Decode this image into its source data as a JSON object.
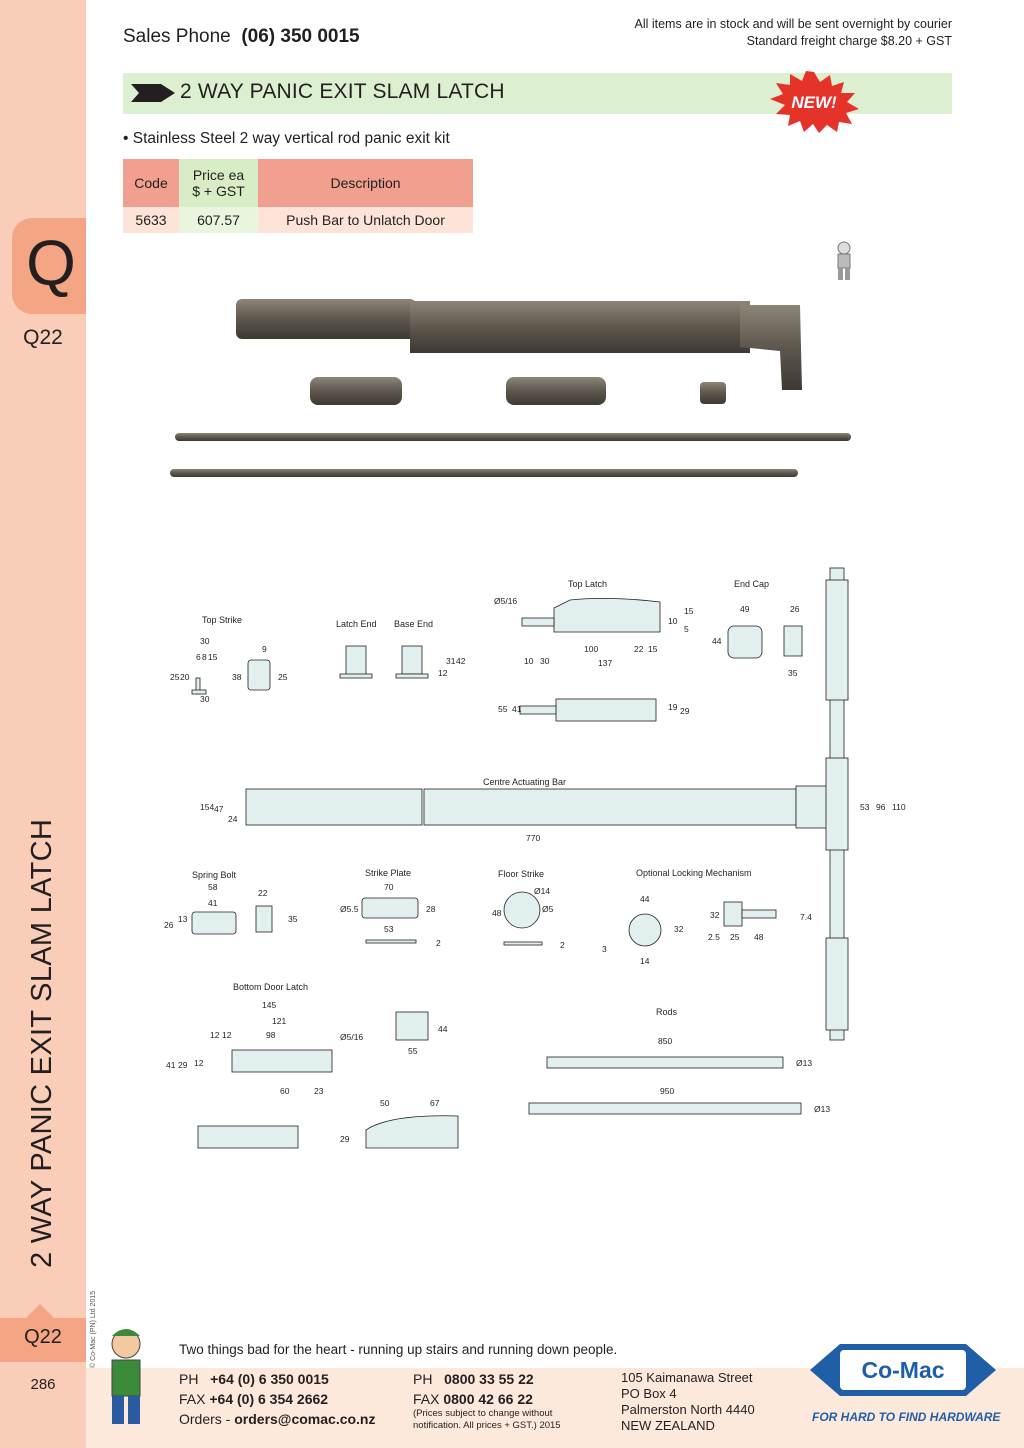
{
  "header": {
    "sales_label": "Sales Phone",
    "sales_phone": "(06) 350 0015",
    "note_line1": "All items are in stock and will be sent overnight by courier",
    "note_line2": "Standard freight charge $8.20 + GST"
  },
  "title": "2 WAY PANIC EXIT SLAM LATCH",
  "badge": "NEW!",
  "bullet": "• Stainless Steel 2 way vertical rod panic exit kit",
  "table": {
    "headers": [
      "Code",
      "Price ea",
      "$ + GST",
      "Description"
    ],
    "rows": [
      {
        "code": "5633",
        "price": "607.57",
        "description": "Push Bar to Unlatch Door"
      }
    ]
  },
  "sidebar": {
    "letter": "Q",
    "code": "Q22",
    "vertical_title": "2 WAY PANIC EXIT SLAM LATCH",
    "copyright": "© Co-Mac (PN) Ltd 2015",
    "bottom_code": "Q22",
    "page_number": "286"
  },
  "diagram_labels": {
    "top_strike": "Top Strike",
    "latch_end": "Latch End",
    "base_end": "Base End",
    "top_latch": "Top Latch",
    "end_cap": "End Cap",
    "centre_bar": "Centre Actuating Bar",
    "spring_bolt": "Spring Bolt",
    "strike_plate": "Strike Plate",
    "floor_strike": "Floor Strike",
    "locking": "Optional Locking Mechanism",
    "bottom_latch": "Bottom Door Latch",
    "rods": "Rods"
  },
  "dims": {
    "ts": [
      "30",
      "6",
      "8",
      "15",
      "9",
      "25",
      "20",
      "38",
      "25",
      "30"
    ],
    "le": [
      "12",
      "31",
      "42"
    ],
    "tl": [
      "Ø5/16",
      "15",
      "10",
      "5",
      "100",
      "22",
      "15",
      "10",
      "30",
      "137",
      "55",
      "41",
      "19",
      "29"
    ],
    "ec": [
      "49",
      "26",
      "44",
      "35"
    ],
    "cb": [
      "154",
      "47",
      "24",
      "770",
      "53",
      "96",
      "110"
    ],
    "sb": [
      "58",
      "41",
      "22",
      "26",
      "13",
      "35"
    ],
    "sp": [
      "70",
      "Ø5.5",
      "28",
      "53",
      "2"
    ],
    "fs": [
      "Ø14",
      "Ø5",
      "48",
      "2"
    ],
    "lm": [
      "44",
      "32",
      "3",
      "14",
      "32",
      "7.4",
      "2.5",
      "25",
      "48"
    ],
    "bl": [
      "145",
      "121",
      "12",
      "12",
      "98",
      "Ø5/16",
      "41",
      "29",
      "12",
      "60",
      "23",
      "44",
      "55",
      "50",
      "67",
      "29"
    ],
    "rods": [
      "850",
      "Ø13",
      "950",
      "Ø13"
    ]
  },
  "footer": {
    "tagline": "Two things bad for the heart - running up stairs and running down people.",
    "ph_label": "PH",
    "ph": "+64 (0) 6 350 0015",
    "fax_label": "FAX",
    "fax": "+64 (0) 6 354 2662",
    "orders_label": "Orders -",
    "orders": "orders@comac.co.nz",
    "ph2": "0800 33 55 22",
    "fax2": "0800 42 66 22",
    "note": "(Prices subject to change without",
    "note2": "notification. All prices + GST.)  2015",
    "addr1": "105 Kaimanawa Street",
    "addr2": "PO Box 4",
    "addr3": "Palmerston North 4440",
    "addr4": "NEW ZEALAND",
    "logo": "Co-Mac",
    "logo_tagline": "FOR HARD TO FIND HARDWARE"
  },
  "colors": {
    "sidebar": "#f9cdb8",
    "tab": "#f4a583",
    "title_bar": "#dcefd0",
    "logo_blue": "#1f5fa8",
    "badge_red": "#e5332a"
  }
}
